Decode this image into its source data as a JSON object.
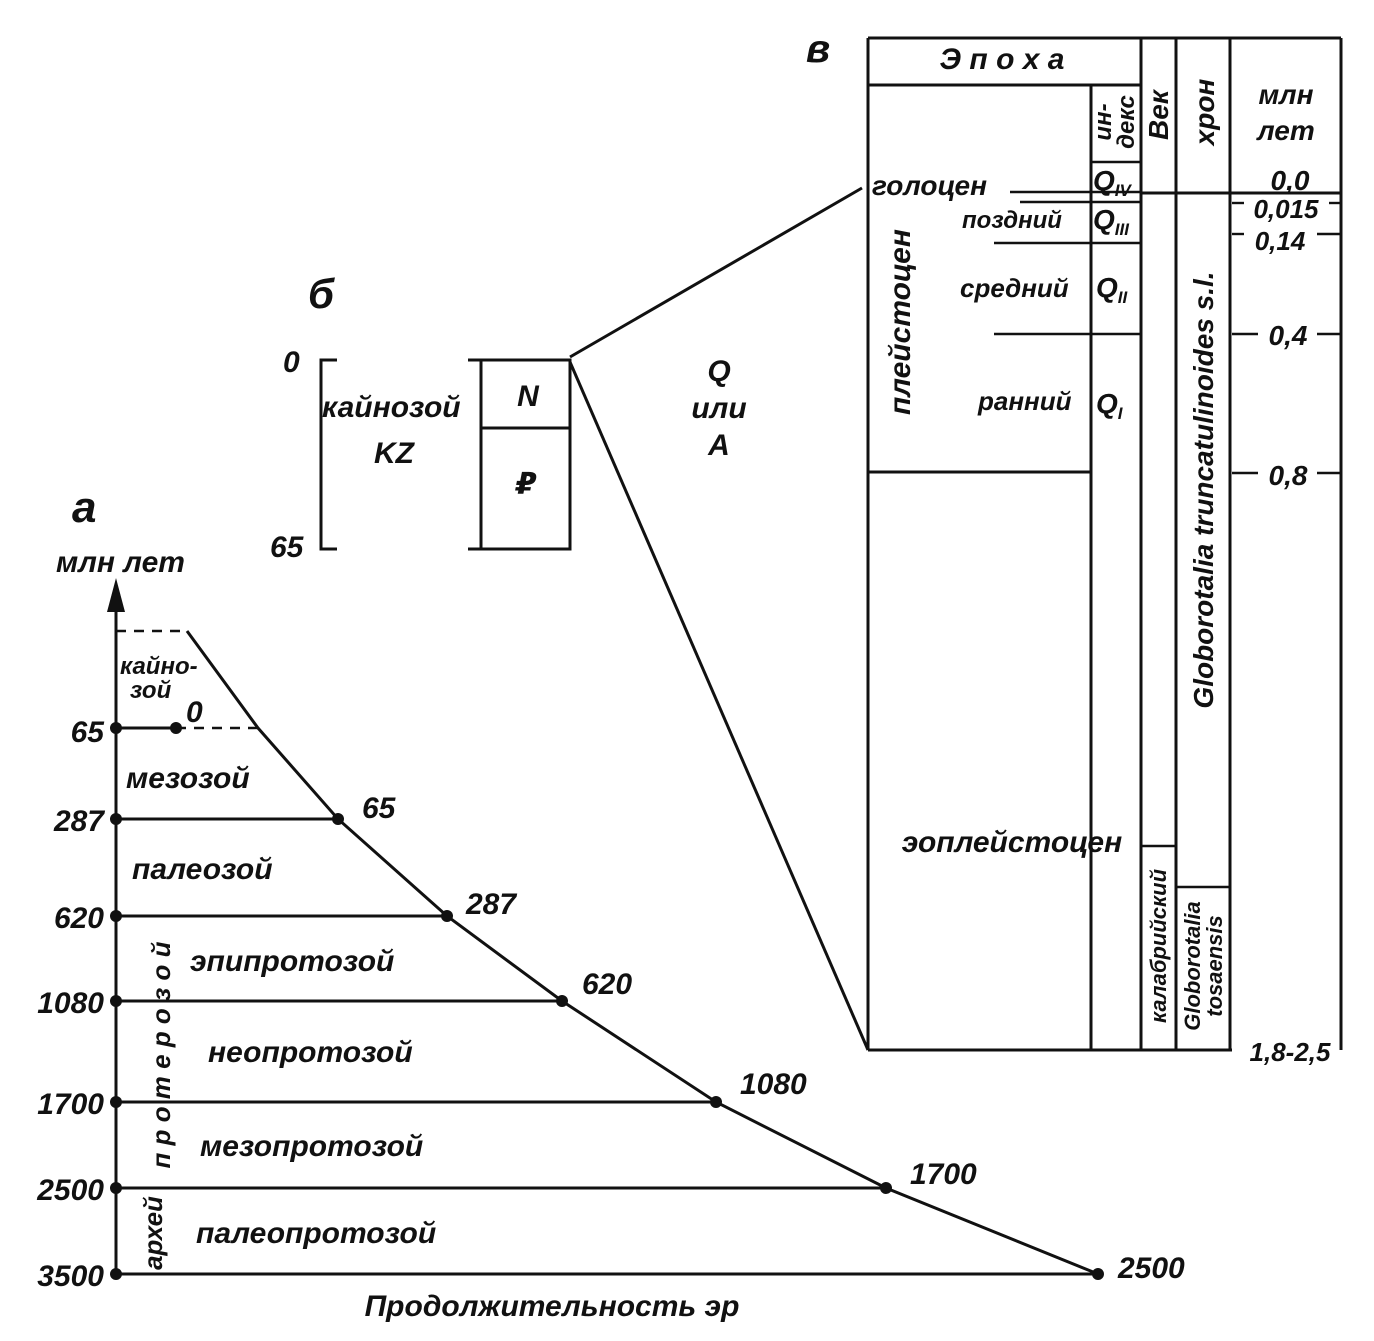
{
  "panel_a": {
    "letter": "а",
    "axis_unit": "млн лет",
    "x_axis_title": "Продолжительность эр",
    "cenozoic_label_top": "кайно-",
    "cenozoic_label_bottom": "зой",
    "cenozoic_start_label": "0",
    "ticks": [
      "65",
      "287",
      "620",
      "1080",
      "1700",
      "2500",
      "3500"
    ],
    "eras": [
      "мезозой",
      "палеозой",
      "эпипротозой",
      "неопротозой",
      "мезопротозой",
      "палеопротозой"
    ],
    "side_proterozoic": "п р о т е р о з о й",
    "side_archean": "архей",
    "curve_points": [
      "65",
      "287",
      "620",
      "1080",
      "1700",
      "2500"
    ]
  },
  "panel_b": {
    "letter": "б",
    "top_value": "0",
    "bottom_value": "65",
    "era_name": "кайнозой",
    "era_code": "KZ",
    "period_upper": "N",
    "period_lower": "₽",
    "q_line1": "Q",
    "q_line2": "или",
    "q_line3": "A"
  },
  "panel_c": {
    "letter": "в",
    "header_epoch": "Э п о х а",
    "header_index_1": "ин-",
    "header_index_2": "декс",
    "header_age": "Век",
    "header_chron": "хрон",
    "header_ma_1": "млн",
    "header_ma_2": "лет",
    "holocene": "голоцен",
    "pleistocene": "плейстоцен",
    "late": "поздний",
    "middle": "средний",
    "early": "ранний",
    "eopleistocene": "эоплейстоцен",
    "idx_base": "Q",
    "idx_iv": "IV",
    "idx_iii": "III",
    "idx_ii": "II",
    "idx_i": "I",
    "calabrian": "калабрийский",
    "chron_main": "Globorotalia truncatulinoides s.l.",
    "chron_lower_1": "Globorotalia",
    "chron_lower_2": "tosaensis",
    "scale_values": [
      "0,0",
      "0,015",
      "0,14",
      "0,4",
      "0,8",
      "1,8-2,5"
    ]
  }
}
